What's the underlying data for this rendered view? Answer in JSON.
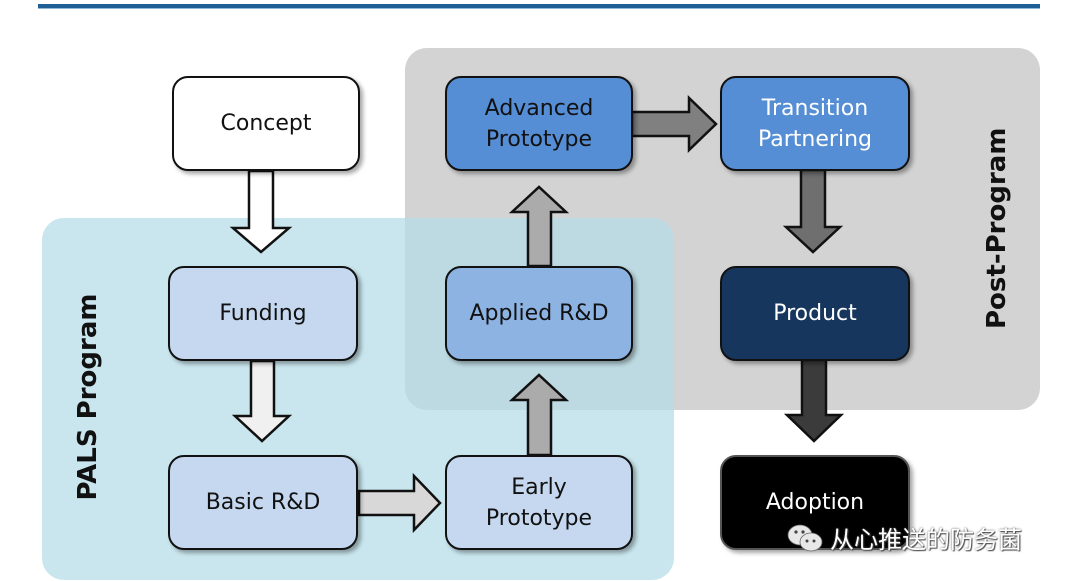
{
  "title": "PALS Program to Post-Program transition flow",
  "regions": {
    "pals_label": "PALS Program",
    "post_label": "Post-Program"
  },
  "nodes": {
    "concept": "Concept",
    "funding": "Funding",
    "basic_rd": "Basic R&D",
    "early_prototype": "Early Prototype",
    "applied_rd": "Applied R&D",
    "advanced_prototype": "Advanced Prototype",
    "transition_partnering": "Transition Partnering",
    "product": "Product",
    "adoption": "Adoption"
  },
  "edges": [
    {
      "from": "Concept",
      "to": "Funding"
    },
    {
      "from": "Funding",
      "to": "Basic R&D"
    },
    {
      "from": "Basic R&D",
      "to": "Early Prototype"
    },
    {
      "from": "Early Prototype",
      "to": "Applied R&D"
    },
    {
      "from": "Applied R&D",
      "to": "Advanced Prototype"
    },
    {
      "from": "Advanced Prototype",
      "to": "Transition Partnering"
    },
    {
      "from": "Transition Partnering",
      "to": "Product"
    },
    {
      "from": "Product",
      "to": "Adoption"
    }
  ],
  "watermark": {
    "icon": "wechat-icon",
    "text": "从心推送的防务菌"
  }
}
